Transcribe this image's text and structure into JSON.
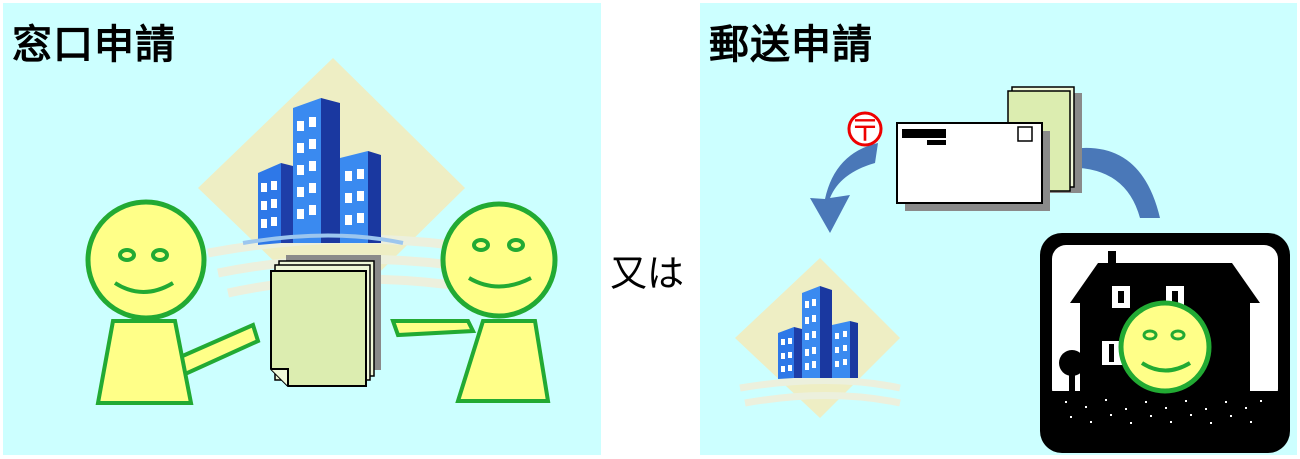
{
  "left_panel": {
    "title": "窓口申請"
  },
  "connector_text": "又は",
  "right_panel": {
    "title": "郵送申請",
    "postal_mark": "〒"
  }
}
